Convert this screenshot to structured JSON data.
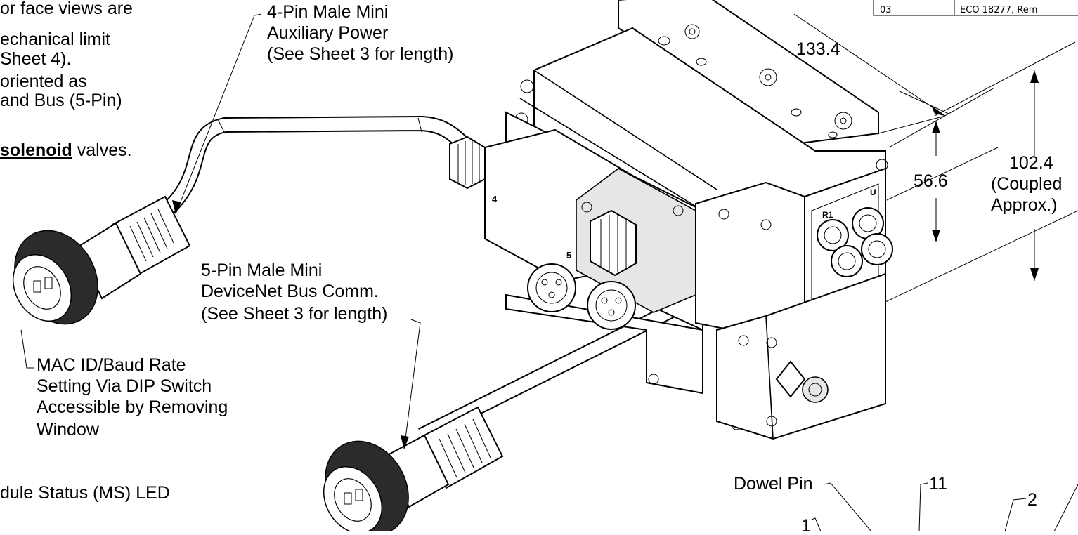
{
  "notes": {
    "line1": "or face views are",
    "line2": "echanical limit",
    "line3": "Sheet 4).",
    "line4": "oriented as",
    "line5": "and Bus (5-Pin)",
    "line6_bold": "solenoid",
    "line6_rest": " valves."
  },
  "callouts": {
    "aux_power": [
      "4-Pin Male Mini",
      "Auxiliary Power",
      "(See Sheet 3 for length)"
    ],
    "devicenet": [
      "5-Pin Male Mini",
      "DeviceNet Bus Comm.",
      "(See Sheet 3 for length)"
    ],
    "mac_id": [
      "MAC ID/Baud Rate",
      "Setting Via DIP Switch",
      "Accessible by Removing",
      "Window"
    ],
    "ms_led": "dule Status (MS) LED",
    "dowel_pin": "Dowel Pin",
    "item_11": "11",
    "item_1": "1",
    "item_2": "2"
  },
  "dimensions": {
    "length": "133.4",
    "height": "56.6",
    "coupled": [
      "102.4",
      "(Coupled",
      "Approx.)"
    ]
  },
  "revision_table": {
    "rev": "03",
    "description": "ECO 18277, Rem"
  },
  "module_markings": {
    "port_4": "4",
    "port_5": "5",
    "r1": "R1",
    "u": "U"
  }
}
